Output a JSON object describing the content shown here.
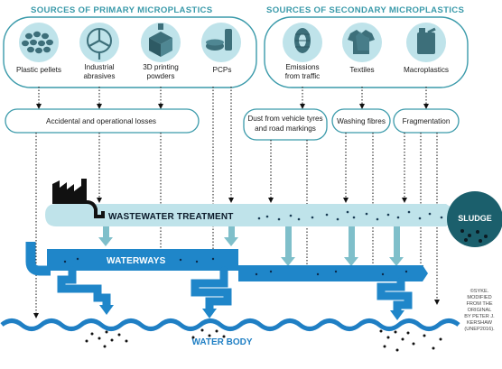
{
  "headers": {
    "primary": "SOURCES OF PRIMARY MICROPLASTICS",
    "secondary": "SOURCES OF SECONDARY MICROPLASTICS"
  },
  "sources": {
    "plastic_pellets": "Plastic pellets",
    "industrial_1": "Industrial",
    "industrial_2": "abrasives",
    "printing_1": "3D printing",
    "printing_2": "powders",
    "pcps": "PCPs",
    "emissions_1": "Emissions",
    "emissions_2": "from traffic",
    "textiles": "Textiles",
    "macroplastics": "Macroplastics"
  },
  "pathways": {
    "losses": "Accidental and operational losses",
    "dust_1": "Dust from vehicle tyres",
    "dust_2": "and road markings",
    "washing": "Washing fibres",
    "fragmentation": "Fragmentation"
  },
  "bands": {
    "wastewater": "WASTEWATER TREATMENT",
    "sludge": "SLUDGE",
    "waterways": "WATERWAYS",
    "water_body": "WATER BODY"
  },
  "credit": [
    "©SYKE.",
    "MODIFIED",
    "FROM THE",
    "ORIGINAL",
    "BY PETER J.",
    "KERSHAW",
    "(UNEP2016)."
  ],
  "colors": {
    "teal": "#3a9aaa",
    "wastewater_band": "#bfe3ea",
    "waterways_blue": "#1f86c9",
    "water_body_blue": "#1f7fc4",
    "sludge_circle": "#1b5f6c"
  },
  "icons": [
    "pellets-icon",
    "pinwheel-icon",
    "printer-icon",
    "cosmetics-icon",
    "tyre-icon",
    "tshirt-icon",
    "canister-icon",
    "factory-icon"
  ]
}
